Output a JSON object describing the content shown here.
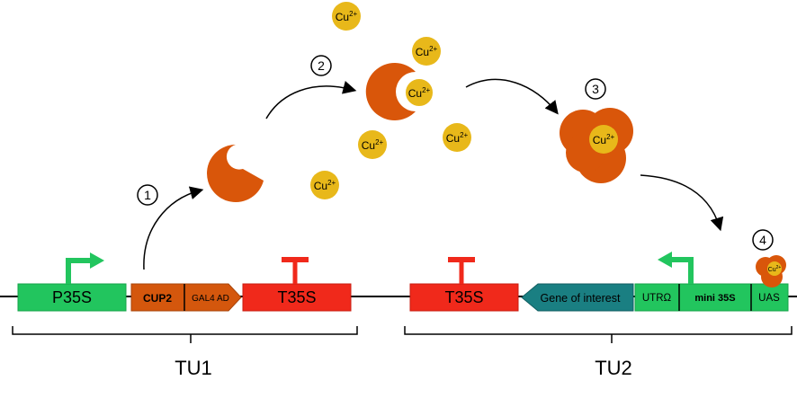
{
  "ions": {
    "base": "Cu",
    "charge": "2+"
  },
  "steps": [
    "1",
    "2",
    "3",
    "4"
  ],
  "tu1": {
    "label": "TU1",
    "promoter": "P35S",
    "cup2": "CUP2",
    "gal4": "GAL4 AD",
    "terminator": "T35S"
  },
  "tu2": {
    "label": "TU2",
    "terminator": "T35S",
    "gene": "Gene of interest",
    "utr": "UTRΩ",
    "mini": "mini 35S",
    "uas": "UAS"
  },
  "colors": {
    "promoter": "#22c55e",
    "promoter_stroke": "#16a34a",
    "terminator": "#f0291b",
    "cup2": "#d4570d",
    "protein": "#d9560a",
    "ion": "#e8b81a",
    "gene": "#1a7f82"
  }
}
